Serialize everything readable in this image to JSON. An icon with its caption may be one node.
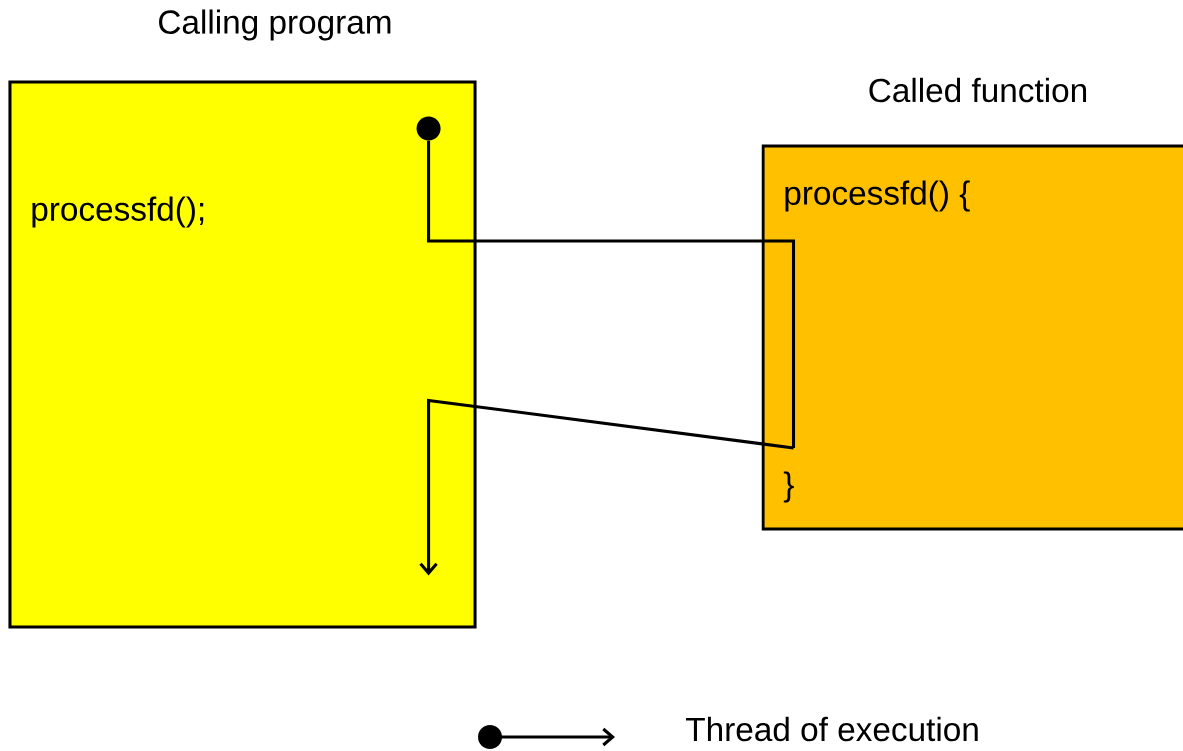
{
  "diagram": {
    "nodes": [
      {
        "text": [
          "Calling program",
          "processfd();"
        ]
      },
      {
        "text": [
          "Called function",
          "processfd() {",
          "}"
        ]
      },
      {
        "text": [],
        "shape": "circle",
        "in": 0
      }
    ],
    "edges": [
      {
        "from": 2,
        "to": 1,
        "arrow": "none"
      },
      {
        "from": 1,
        "to": 0,
        "arrow": "to"
      }
    ],
    "legend": [
      {
        "text": "Thread of execution"
      }
    ]
  }
}
